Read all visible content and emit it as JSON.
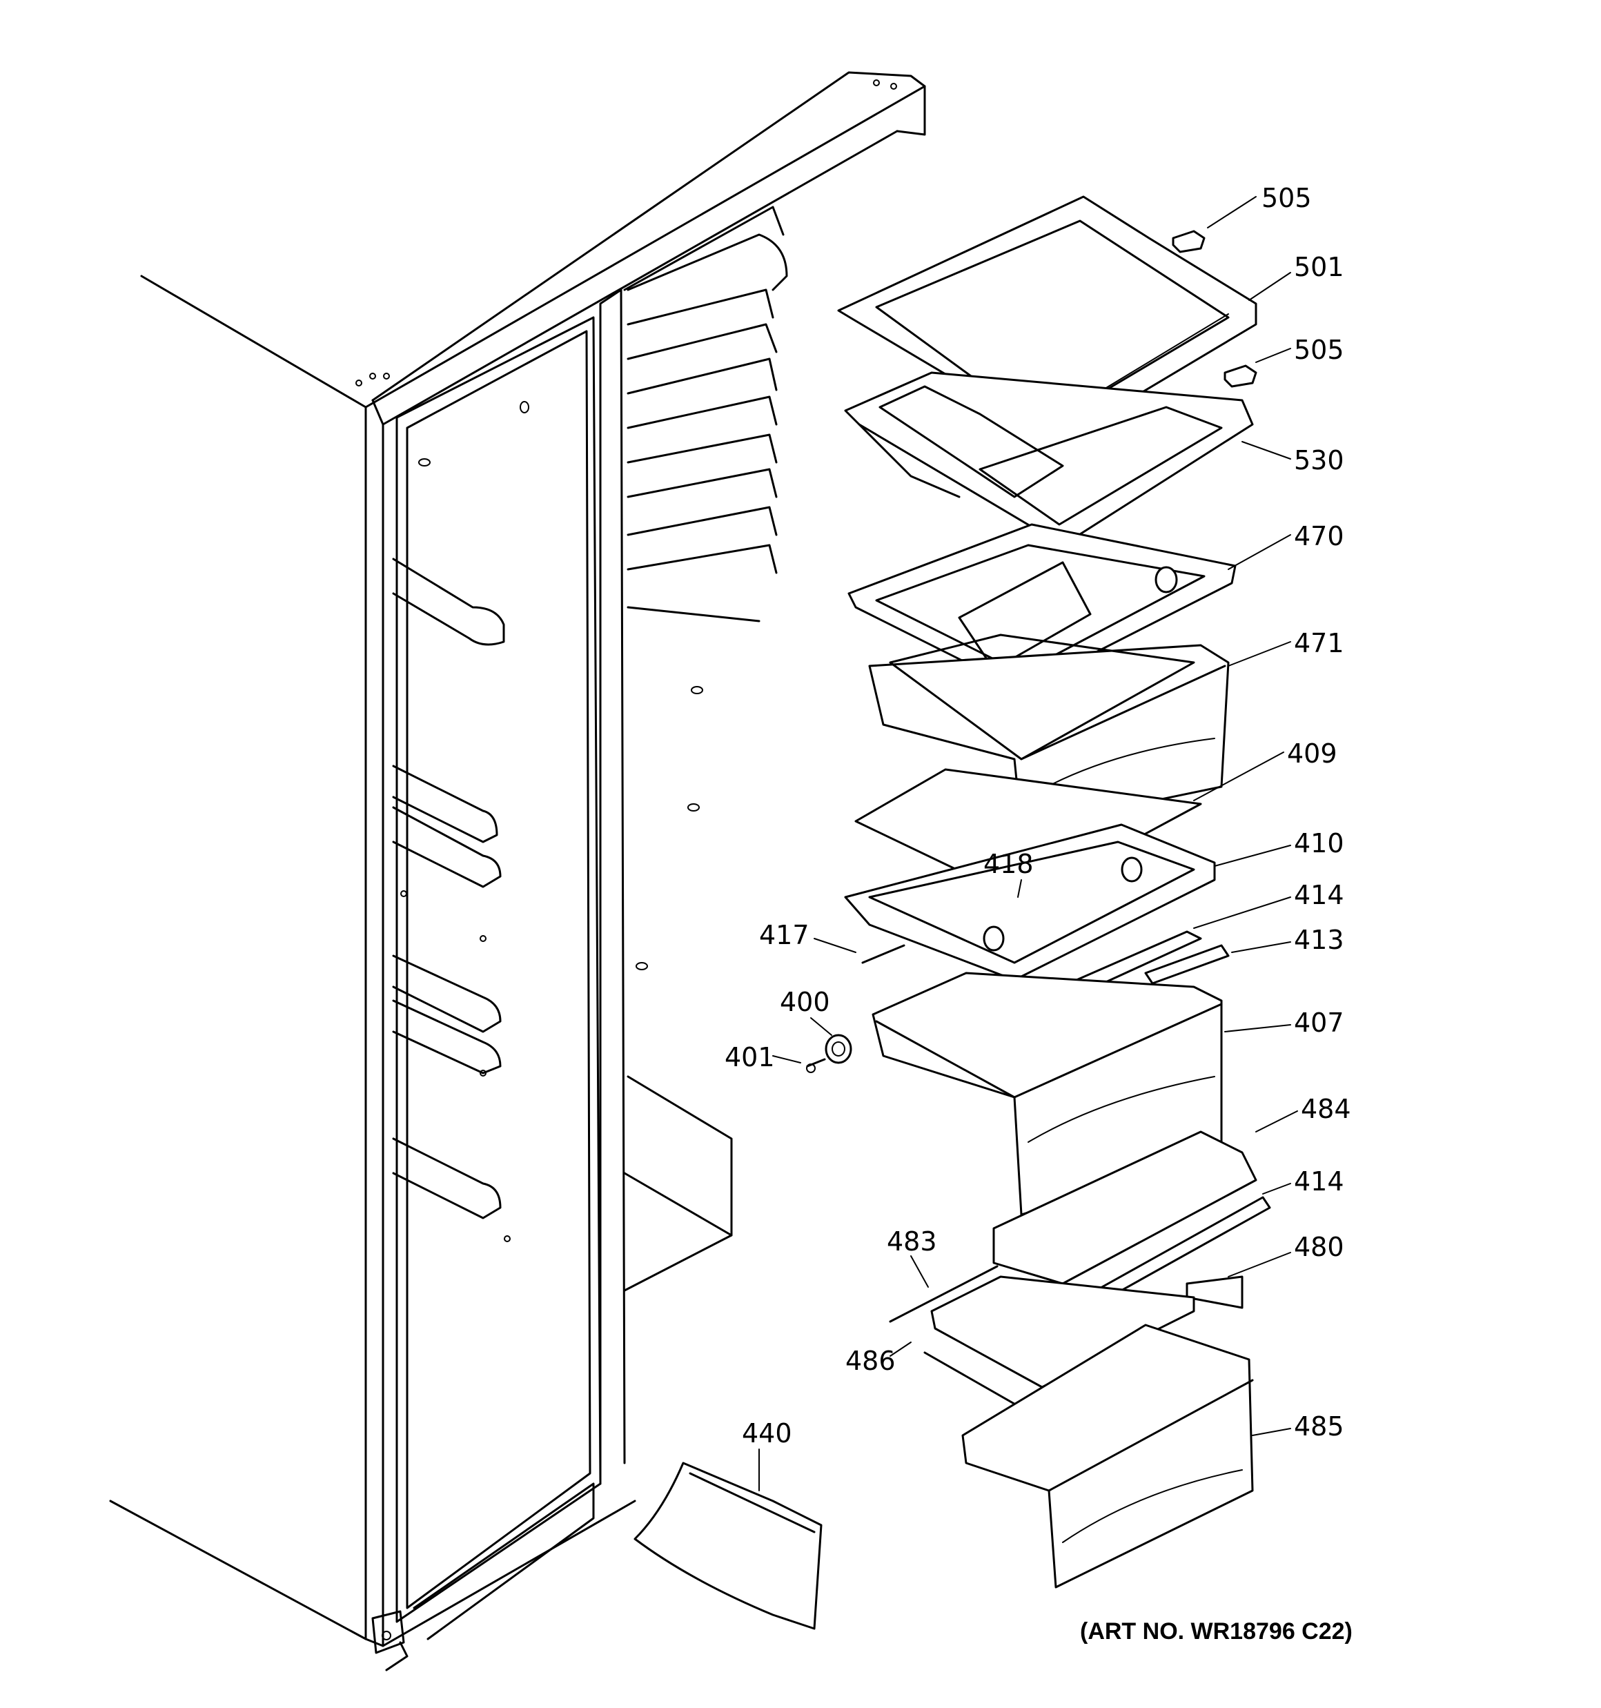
{
  "diagram": {
    "art_number": "(ART NO. WR18796 C22)",
    "callouts": [
      {
        "id": "c505a",
        "label": "505"
      },
      {
        "id": "c501",
        "label": "501"
      },
      {
        "id": "c505b",
        "label": "505"
      },
      {
        "id": "c530",
        "label": "530"
      },
      {
        "id": "c470",
        "label": "470"
      },
      {
        "id": "c471",
        "label": "471"
      },
      {
        "id": "c409",
        "label": "409"
      },
      {
        "id": "c410",
        "label": "410"
      },
      {
        "id": "c418",
        "label": "418"
      },
      {
        "id": "c414a",
        "label": "414"
      },
      {
        "id": "c417",
        "label": "417"
      },
      {
        "id": "c413",
        "label": "413"
      },
      {
        "id": "c400",
        "label": "400"
      },
      {
        "id": "c401",
        "label": "401"
      },
      {
        "id": "c407",
        "label": "407"
      },
      {
        "id": "c484",
        "label": "484"
      },
      {
        "id": "c414b",
        "label": "414"
      },
      {
        "id": "c480",
        "label": "480"
      },
      {
        "id": "c483",
        "label": "483"
      },
      {
        "id": "c486",
        "label": "486"
      },
      {
        "id": "c440",
        "label": "440"
      },
      {
        "id": "c485",
        "label": "485"
      }
    ]
  }
}
